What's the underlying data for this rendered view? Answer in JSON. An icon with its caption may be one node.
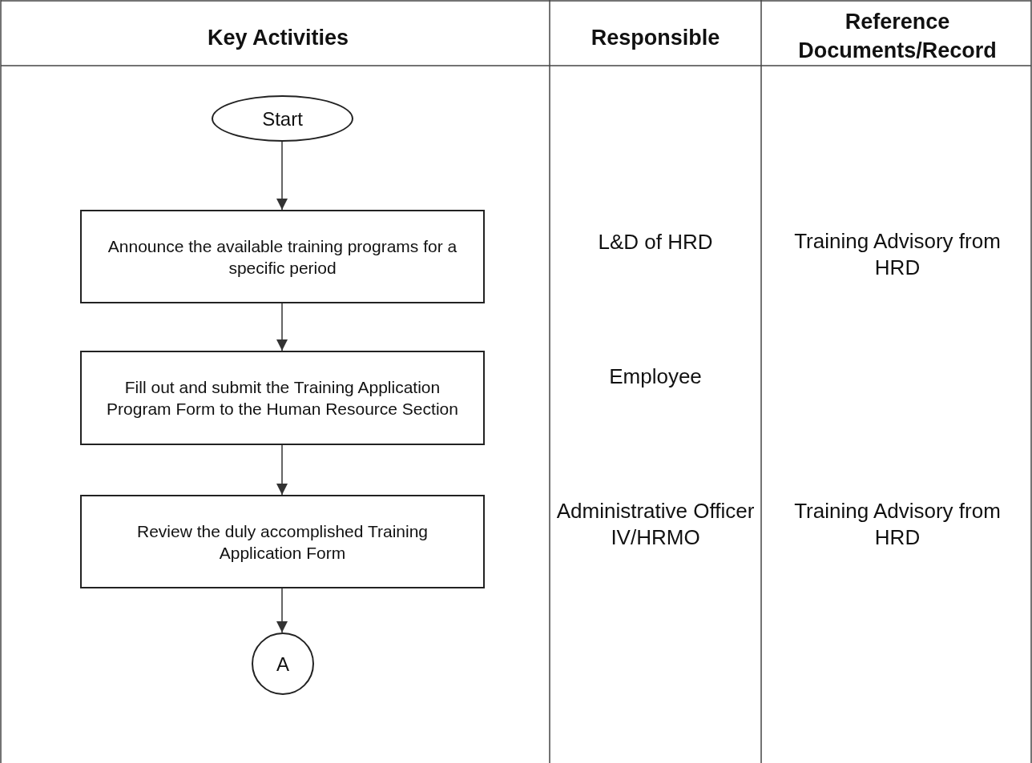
{
  "diagram": {
    "nodes": [
      {
        "text": [
          "Start"
        ]
      },
      {
        "text": [
          "Announce the available training programs for a specific period"
        ]
      },
      {
        "text": [
          "Fill out and submit the Training Application Program Form to the Human Resource Section"
        ]
      },
      {
        "text": [
          "Review the duly accomplished Training Application Form"
        ]
      },
      {
        "text": [
          "A"
        ]
      }
    ],
    "edges": [
      {
        "from": 0,
        "to": 1,
        "arrow": "to"
      },
      {
        "from": 1,
        "to": 2,
        "arrow": "to"
      },
      {
        "from": 2,
        "to": 3,
        "arrow": "to"
      },
      {
        "from": 3,
        "to": 4,
        "arrow": "to"
      }
    ],
    "labels": [
      "Key Activities",
      "Responsible",
      "Reference Documents/Record",
      "L&D of HRD",
      "Training Advisory from HRD",
      "Employee",
      "Administrative Officer IV/HRMO",
      "Training Advisory from HRD"
    ]
  }
}
